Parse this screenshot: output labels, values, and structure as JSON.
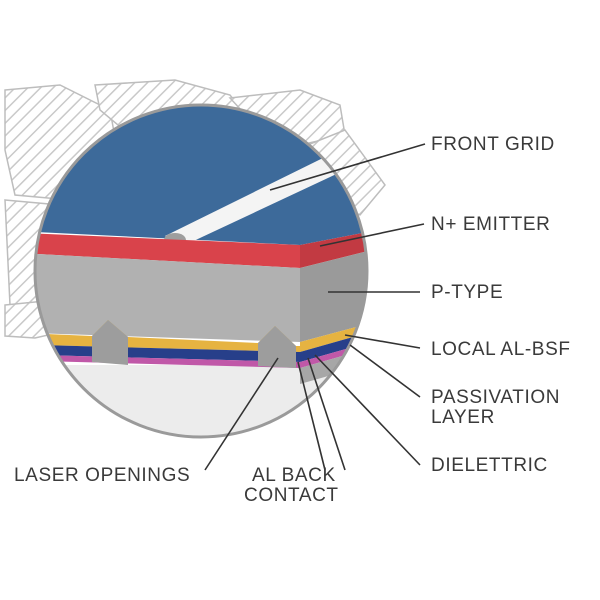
{
  "labels": {
    "front_grid": "FRONT GRID",
    "n_emitter": "N+ EMITTER",
    "p_type": "P-TYPE",
    "local_al_bsf": "LOCAL AL-BSF",
    "passivation_line1": "PASSIVATION",
    "passivation_line2": "LAYER",
    "dielettric": "DIELETTRIC",
    "laser_openings": "LASER OPENINGS",
    "al_back_line1": "AL BACK",
    "al_back_line2": "CONTACT"
  },
  "colors": {
    "front_surface": "#3d6a9a",
    "emitter": "#d9434b",
    "p_type_front": "#b1b1b1",
    "p_type_side": "#9a9a9a",
    "al_bsf": "#e6b341",
    "passivation": "#273f8a",
    "dielectric": "#c058a8",
    "background_hatch": "#c9c9c9",
    "bottom_area": "#ececec",
    "leader_lines": "#333333",
    "text": "#3a3a3a"
  }
}
